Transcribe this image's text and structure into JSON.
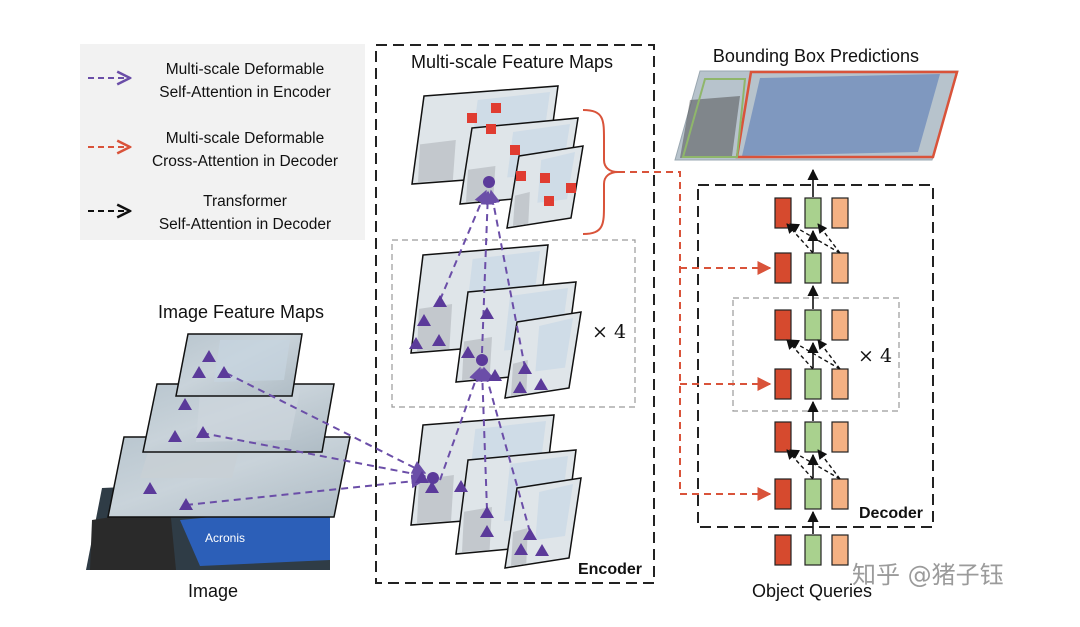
{
  "legend": {
    "encoder_attention": [
      "Multi-scale Deformable",
      "Self-Attention in Encoder"
    ],
    "decoder_cross_attention": [
      "Multi-scale Deformable",
      "Cross-Attention in Decoder"
    ],
    "decoder_self_attention": [
      "Transformer",
      "Self-Attention in Decoder"
    ]
  },
  "labels": {
    "multiscale_feature_maps": "Multi-scale Feature Maps",
    "bounding_box_predictions": "Bounding Box Predictions",
    "image_feature_maps": "Image Feature Maps",
    "image": "Image",
    "encoder": "Encoder",
    "decoder": "Decoder",
    "object_queries": "Object Queries",
    "encoder_repeat": "× 4",
    "decoder_repeat": "× 4",
    "photo_text": "Acronis",
    "watermark": "知乎 @猪子钰"
  },
  "colors": {
    "encoder_arrow": "#6b4ea8",
    "cross_attention_arrow": "#d9533a",
    "self_attention_arrow": "#111111",
    "query_red": "#d64a2e",
    "query_green": "#a9d18e",
    "query_orange": "#f4b183",
    "sampling_point": "#e03c31",
    "reference_point": "#5b3a9a"
  }
}
